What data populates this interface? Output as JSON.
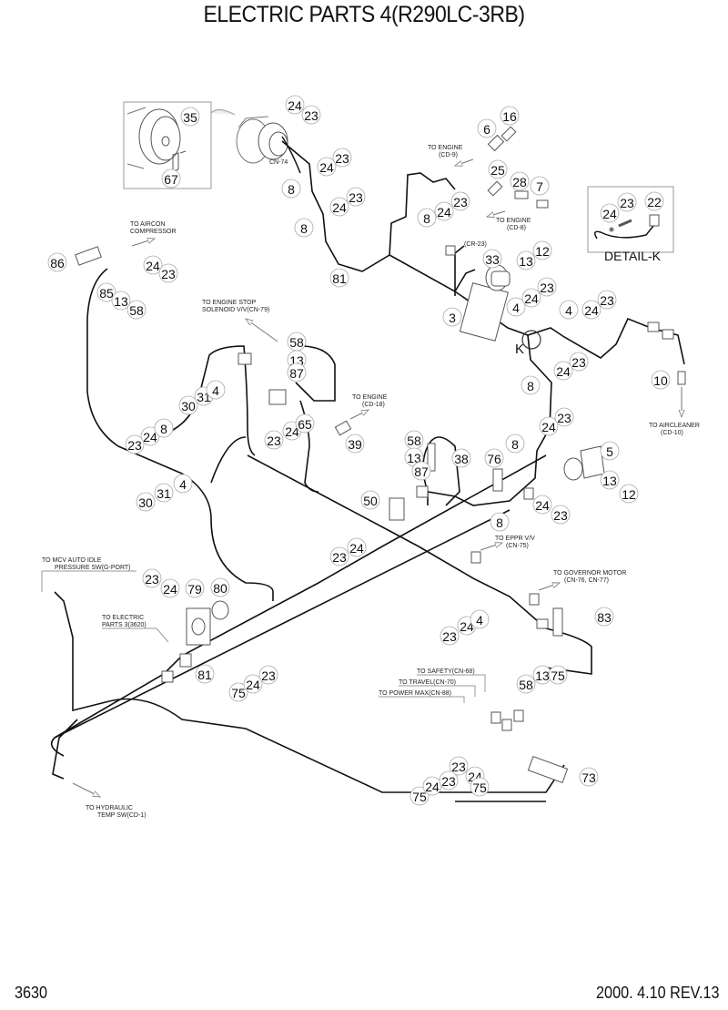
{
  "header": {
    "title": "ELECTRIC PARTS 4(R290LC-3RB)"
  },
  "footer": {
    "page_number": "3630",
    "date_revision": "2000. 4.10  REV.13"
  },
  "detail": {
    "label": "DETAIL-K",
    "marker": "K"
  },
  "connector_labels": {
    "cn74": "CN-74",
    "cr23": "(CR-23)"
  },
  "notes": [
    {
      "id": "engine-cd9",
      "lines": [
        "TO ENGINE",
        "(CD-9)"
      ]
    },
    {
      "id": "engine-cd8",
      "lines": [
        "TO ENGINE",
        "(CD-8)"
      ]
    },
    {
      "id": "aircon",
      "lines": [
        "TO AIRCON",
        "COMPRESSOR"
      ]
    },
    {
      "id": "engine-stop",
      "lines": [
        "TO ENGINE STOP",
        "SOLENOID V/V(CN-79)"
      ]
    },
    {
      "id": "engine-cd18",
      "lines": [
        "TO ENGINE",
        "(CD-18)"
      ]
    },
    {
      "id": "aircleaner",
      "lines": [
        "TO AIRCLEANER",
        "(CD-10)"
      ]
    },
    {
      "id": "eppr",
      "lines": [
        "TO EPPR V/V",
        "(CN-75)"
      ]
    },
    {
      "id": "governor",
      "lines": [
        "TO GOVERNOR MOTOR",
        "(CN-76, CN-77)"
      ]
    },
    {
      "id": "mcv",
      "lines": [
        "TO MCV AUTO IDLE",
        "PRESSURE SW(G-PORT)"
      ]
    },
    {
      "id": "electric3",
      "lines": [
        "TO ELECTRIC",
        "PARTS 3(3620)"
      ]
    },
    {
      "id": "safety",
      "lines": [
        "TO SAFETY(CN-68)"
      ]
    },
    {
      "id": "travel",
      "lines": [
        "TO TRAVEL(CN-70)"
      ]
    },
    {
      "id": "powermax",
      "lines": [
        "TO POWER MAX(CN-88)"
      ]
    },
    {
      "id": "hydraulic",
      "lines": [
        "TO HYDRAULIC",
        "TEMP SW(CD-1)"
      ]
    }
  ],
  "callouts": [
    {
      "num": "35"
    },
    {
      "num": "67"
    },
    {
      "num": "24"
    },
    {
      "num": "23"
    },
    {
      "num": "24"
    },
    {
      "num": "23"
    },
    {
      "num": "8"
    },
    {
      "num": "24"
    },
    {
      "num": "23"
    },
    {
      "num": "8"
    },
    {
      "num": "81"
    },
    {
      "num": "6"
    },
    {
      "num": "16"
    },
    {
      "num": "25"
    },
    {
      "num": "28"
    },
    {
      "num": "7"
    },
    {
      "num": "23"
    },
    {
      "num": "24"
    },
    {
      "num": "8"
    },
    {
      "num": "24"
    },
    {
      "num": "23"
    },
    {
      "num": "22"
    },
    {
      "num": "86"
    },
    {
      "num": "24"
    },
    {
      "num": "23"
    },
    {
      "num": "85"
    },
    {
      "num": "13"
    },
    {
      "num": "58"
    },
    {
      "num": "33"
    },
    {
      "num": "13"
    },
    {
      "num": "12"
    },
    {
      "num": "3"
    },
    {
      "num": "4"
    },
    {
      "num": "24"
    },
    {
      "num": "23"
    },
    {
      "num": "4"
    },
    {
      "num": "24"
    },
    {
      "num": "23"
    },
    {
      "num": "58"
    },
    {
      "num": "13"
    },
    {
      "num": "87"
    },
    {
      "num": "30"
    },
    {
      "num": "31"
    },
    {
      "num": "4"
    },
    {
      "num": "23"
    },
    {
      "num": "24"
    },
    {
      "num": "65"
    },
    {
      "num": "8"
    },
    {
      "num": "24"
    },
    {
      "num": "23"
    },
    {
      "num": "10"
    },
    {
      "num": "24"
    },
    {
      "num": "8"
    },
    {
      "num": "23"
    },
    {
      "num": "39"
    },
    {
      "num": "8"
    },
    {
      "num": "24"
    },
    {
      "num": "23"
    },
    {
      "num": "58"
    },
    {
      "num": "13"
    },
    {
      "num": "87"
    },
    {
      "num": "38"
    },
    {
      "num": "76"
    },
    {
      "num": "5"
    },
    {
      "num": "30"
    },
    {
      "num": "31"
    },
    {
      "num": "4"
    },
    {
      "num": "50"
    },
    {
      "num": "13"
    },
    {
      "num": "12"
    },
    {
      "num": "24"
    },
    {
      "num": "8"
    },
    {
      "num": "23"
    },
    {
      "num": "23"
    },
    {
      "num": "24"
    },
    {
      "num": "23"
    },
    {
      "num": "24"
    },
    {
      "num": "79"
    },
    {
      "num": "80"
    },
    {
      "num": "83"
    },
    {
      "num": "23"
    },
    {
      "num": "24"
    },
    {
      "num": "4"
    },
    {
      "num": "81"
    },
    {
      "num": "75"
    },
    {
      "num": "24"
    },
    {
      "num": "23"
    },
    {
      "num": "58"
    },
    {
      "num": "13"
    },
    {
      "num": "75"
    },
    {
      "num": "23"
    },
    {
      "num": "24"
    },
    {
      "num": "75"
    },
    {
      "num": "73"
    },
    {
      "num": "75"
    },
    {
      "num": "24"
    },
    {
      "num": "23"
    }
  ]
}
